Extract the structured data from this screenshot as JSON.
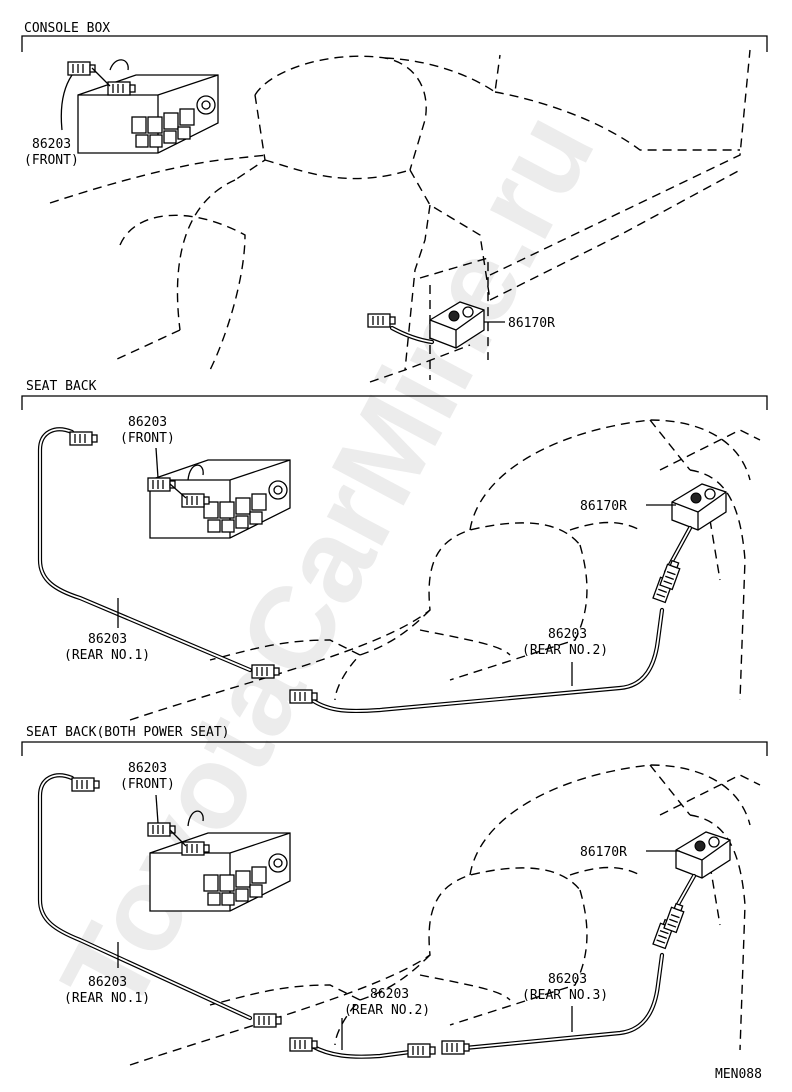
{
  "watermark": "ToyotaCarMine.ru",
  "diagram_code": "MEN088",
  "sections": [
    {
      "title": "CONSOLE BOX",
      "labels": [
        {
          "id": "front",
          "lines": [
            "86203",
            "(FRONT)"
          ]
        },
        {
          "id": "switch",
          "lines": [
            "86170R"
          ]
        }
      ]
    },
    {
      "title": "SEAT BACK",
      "labels": [
        {
          "id": "front",
          "lines": [
            "86203",
            "(FRONT)"
          ]
        },
        {
          "id": "switch",
          "lines": [
            "86170R"
          ]
        },
        {
          "id": "rear1",
          "lines": [
            "86203",
            "(REAR NO.1)"
          ]
        },
        {
          "id": "rear2",
          "lines": [
            "86203",
            "(REAR NO.2)"
          ]
        }
      ]
    },
    {
      "title": "SEAT BACK(BOTH POWER SEAT)",
      "labels": [
        {
          "id": "front",
          "lines": [
            "86203",
            "(FRONT)"
          ]
        },
        {
          "id": "switch",
          "lines": [
            "86170R"
          ]
        },
        {
          "id": "rear1",
          "lines": [
            "86203",
            "(REAR NO.1)"
          ]
        },
        {
          "id": "rear2",
          "lines": [
            "86203",
            "(REAR NO.2)"
          ]
        },
        {
          "id": "rear3",
          "lines": [
            "86203",
            "(REAR NO.3)"
          ]
        }
      ]
    }
  ]
}
